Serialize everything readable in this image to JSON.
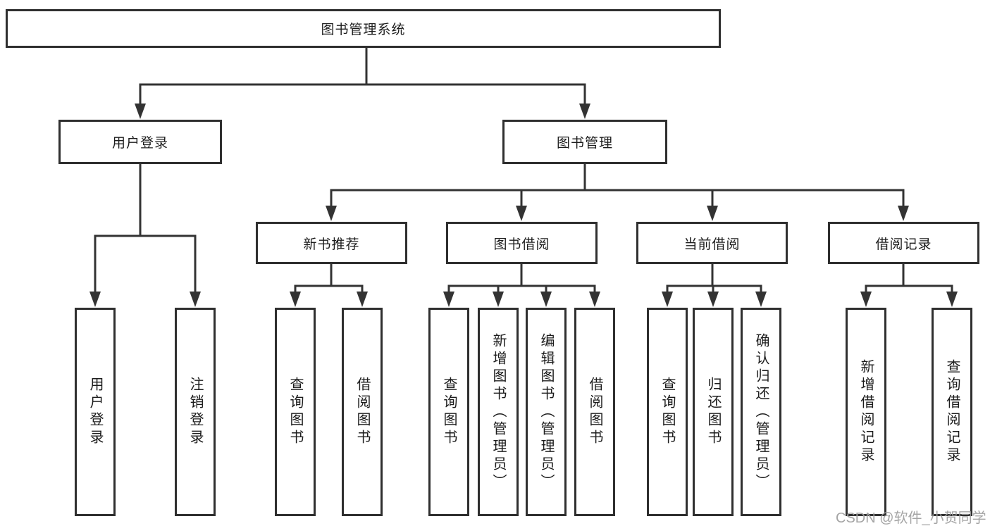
{
  "diagram": {
    "root": {
      "label": "图书管理系统"
    },
    "branches": [
      {
        "label": "用户登录",
        "leaves": [
          {
            "label": "用户登录"
          },
          {
            "label": "注销登录"
          }
        ]
      },
      {
        "label": "图书管理",
        "sections": [
          {
            "label": "新书推荐",
            "leaves": [
              {
                "label": "查询图书"
              },
              {
                "label": "借阅图书"
              }
            ]
          },
          {
            "label": "图书借阅",
            "leaves": [
              {
                "label": "查询图书"
              },
              {
                "label": "新增图书（管理员）"
              },
              {
                "label": "编辑图书（管理员）"
              },
              {
                "label": "借阅图书"
              }
            ]
          },
          {
            "label": "当前借阅",
            "leaves": [
              {
                "label": "查询图书"
              },
              {
                "label": "归还图书"
              },
              {
                "label": "确认归还（管理员）"
              }
            ]
          },
          {
            "label": "借阅记录",
            "leaves": [
              {
                "label": "新增借阅记录"
              },
              {
                "label": "查询借阅记录"
              }
            ]
          }
        ]
      }
    ]
  },
  "watermark": {
    "text": "CSDN @软件_小贺同学"
  },
  "colors": {
    "background": "#ffffff",
    "box_border": "#2f2f2f",
    "connector": "#333333",
    "text": "#1c1c1c",
    "watermark": "#a0a0a0"
  }
}
